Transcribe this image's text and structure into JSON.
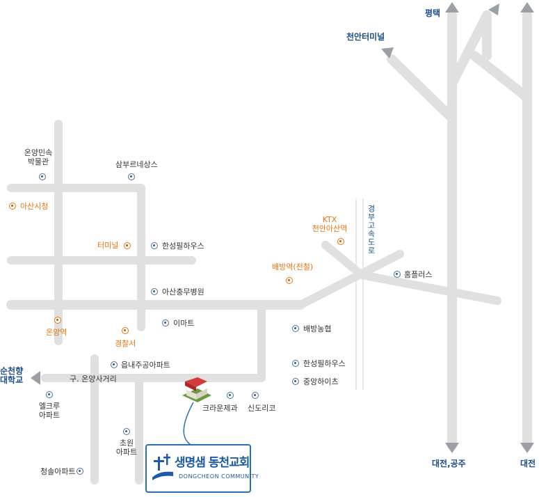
{
  "directions": {
    "pyeongtaek": "평택",
    "cheonan_terminal": "천안터미널",
    "soonchunhyang": [
      "순천향",
      "대학교"
    ],
    "daejeon_gongju": "대전,공주",
    "daejeon": "대전"
  },
  "expressway_label": "경부고속도로",
  "places": {
    "onyang_folk": [
      "온양민속",
      "박물관"
    ],
    "sambureu": "삼부르네상스",
    "asan_cityhall": "아산시청",
    "terminal": "터미널",
    "hansung_pil_1": "한성필하우스",
    "asan_hospital": "아산충무병원",
    "onyang_station": "온양역",
    "police": "경찰서",
    "emart": "이마트",
    "eupnae_apt": "읍내주공아파트",
    "old_crossroad": "구. 온양사거리",
    "elcru": [
      "엘크루",
      "아파트"
    ],
    "chowon": [
      "초원",
      "아파트"
    ],
    "cheongsol": "청솔아파트",
    "crown": "크라운제과",
    "shindoriko": "신도리코",
    "ktx": [
      "KTX",
      "천안아산역"
    ],
    "baebang_station": "배방역(전철)",
    "homeplus": "홈플러스",
    "baebang_nonghyup": "배방농협",
    "hansung_pil_2": "한성필하우스",
    "jungang_heights": "중앙하이츠"
  },
  "church": {
    "name": "생명샘 동천교회",
    "english": "DONGCHEON COMMUNITY"
  },
  "colors": {
    "road": "#e0e0e0",
    "accent_orange": "#e8730c",
    "accent_blue": "#1a4b8c",
    "callout_border": "#2a6fb5"
  }
}
